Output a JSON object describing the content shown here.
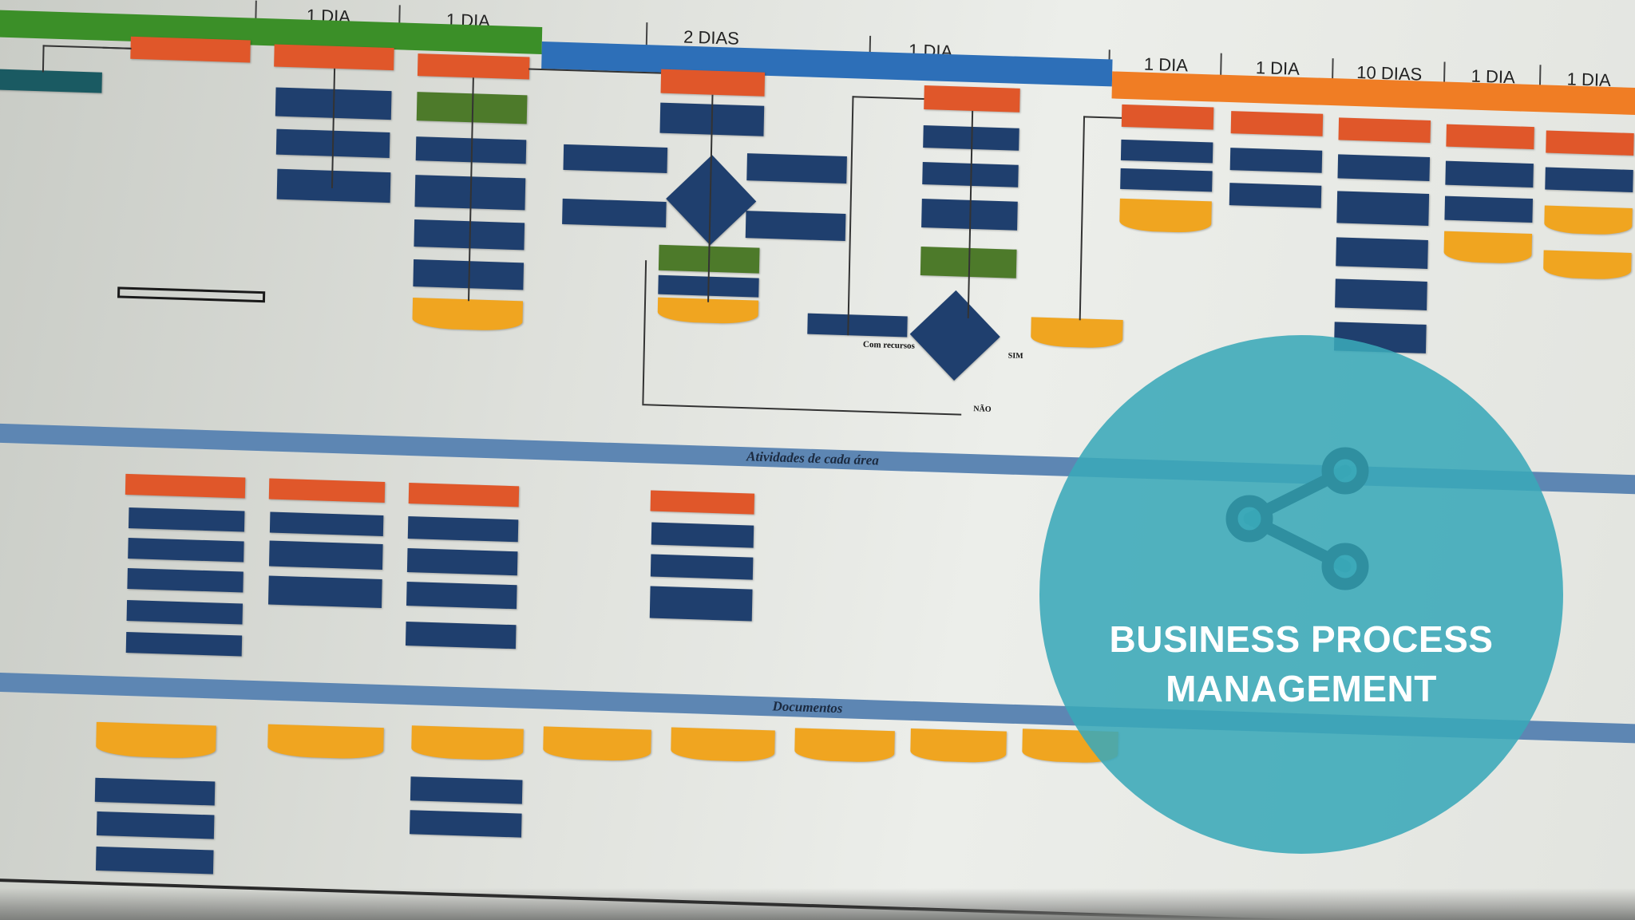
{
  "diagram": {
    "durations": [
      "1 DIA",
      "1 DIA",
      "2 DIAS",
      "1 DIA",
      "1 DIA",
      "1 DIA",
      "10 DIAS",
      "1 DIA",
      "1 DIA"
    ],
    "lanes": [
      "Atividades de cada área",
      "Documentos"
    ],
    "labels": [
      "SIM",
      "NÃO",
      "Com recursos"
    ]
  },
  "overlay": {
    "title_line1": "BUSINESS PROCESS",
    "title_line2": "MANAGEMENT",
    "icon": "share-nodes-icon",
    "circle_color": "#3aa8b8"
  }
}
